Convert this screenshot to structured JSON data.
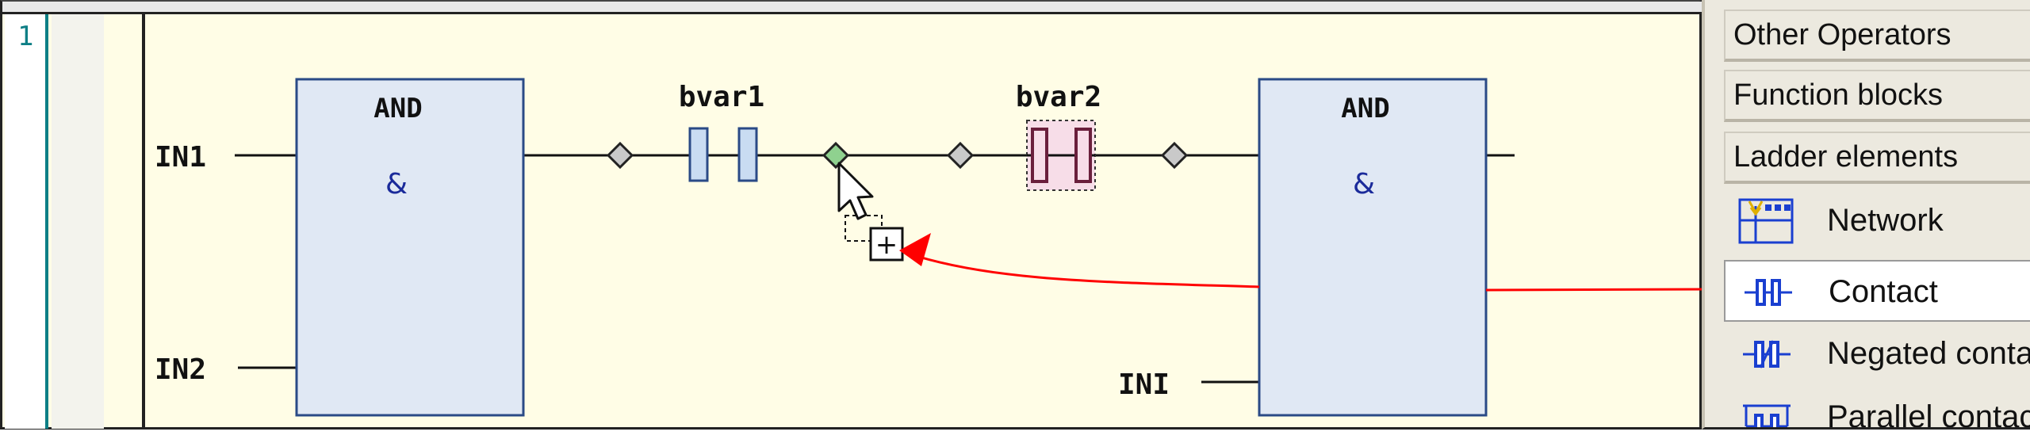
{
  "editor": {
    "line_number": "1",
    "blocks": [
      {
        "name": "AND",
        "symbol": "&"
      },
      {
        "name": "AND",
        "symbol": "&"
      }
    ],
    "inputs": [
      "IN1",
      "IN2",
      "INI"
    ],
    "contacts": [
      "bvar1",
      "bvar2"
    ],
    "cursor_badge": "+"
  },
  "palette": {
    "categories": [
      "Other Operators",
      "Function blocks",
      "Ladder elements"
    ],
    "items": [
      {
        "label": "Network",
        "icon": "network-icon"
      },
      {
        "label": "Contact",
        "icon": "contact-icon"
      },
      {
        "label": "Negated contac",
        "icon": "negated-contact-icon"
      },
      {
        "label": "Parallel contact",
        "icon": "parallel-contact-icon"
      }
    ]
  },
  "colors": {
    "editor_bg": "#fffde6",
    "block_fill": "#e0e8f4",
    "block_stroke": "#2a4a86",
    "arrow": "#ff0000",
    "selected_contact_fill": "#f7dde8",
    "drop_point": "#8fd18f",
    "line_number": "#0e7f86"
  }
}
